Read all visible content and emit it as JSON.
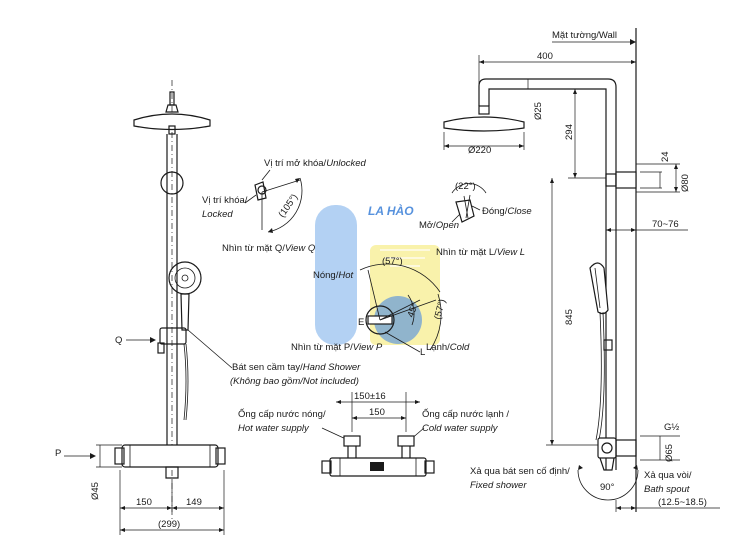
{
  "labels": {
    "wall": "Mặt tường/Wall",
    "dim_400": "400",
    "dim_d25": "Ø25",
    "dim_d220": "Ø220",
    "dim_294": "294",
    "dim_24": "24",
    "dim_d80": "Ø80",
    "dim_70_76": "70~76",
    "dim_845": "845",
    "dim_g12": "G½",
    "dim_d65": "Ø65",
    "dim_12_5_18_5": "(12.5~18.5)",
    "dim_90deg": "90°",
    "dim_22deg": "(22°)",
    "dim_105deg": "(105°)",
    "dim_57deg_a": "(57°)",
    "dim_45deg": "45°",
    "dim_57deg_b": "(57°)",
    "dim_150_16": "150±16",
    "dim_150_top": "150",
    "dim_150_left": "150",
    "dim_149": "149",
    "dim_299": "(299)",
    "dim_d45": "Ø45",
    "q_mark": "Q",
    "p_mark": "P",
    "l_mark": "L",
    "unlocked_vi": "Vị trí mở khóa/",
    "unlocked_en": "Unlocked",
    "locked_vi": "Vị trí khóa/",
    "locked_en": "Locked",
    "view_q_vi": "Nhìn từ mặt Q/",
    "view_q_en": "View Q",
    "open_vi": "Mở/",
    "open_en": "Open",
    "close_vi": "Đóng/",
    "close_en": "Close",
    "view_l_vi": "Nhìn từ mặt L/",
    "view_l_en": "View L",
    "hot_vi": "Nóng/",
    "hot_en": "Hot",
    "cold_vi": "Lạnh/",
    "cold_en": "Cold",
    "view_p_vi": "Nhìn từ mặt P/",
    "view_p_en": "View P",
    "hand_shower_vi": "Bát sen cầm tay/",
    "hand_shower_en": "Hand Shower",
    "not_included": "(Không bao gồm/Not included)",
    "hot_supply_vi": "Ống cấp nước nóng/",
    "hot_supply_en": "Hot water supply",
    "cold_supply_vi": "Ống cấp nước lạnh /",
    "cold_supply_en": "Cold water supply",
    "fixed_shower_vi": "Xả qua bát sen cố định/",
    "fixed_shower_en": "Fixed shower",
    "bath_spout_vi": "Xả qua vòi/",
    "bath_spout_en": "Bath spout",
    "watermark": "LA HÀO"
  },
  "colors": {
    "line": "#1a1a1a",
    "watermark_blue": "#4a90e2",
    "watermark_yellow": "#f2e24a"
  }
}
